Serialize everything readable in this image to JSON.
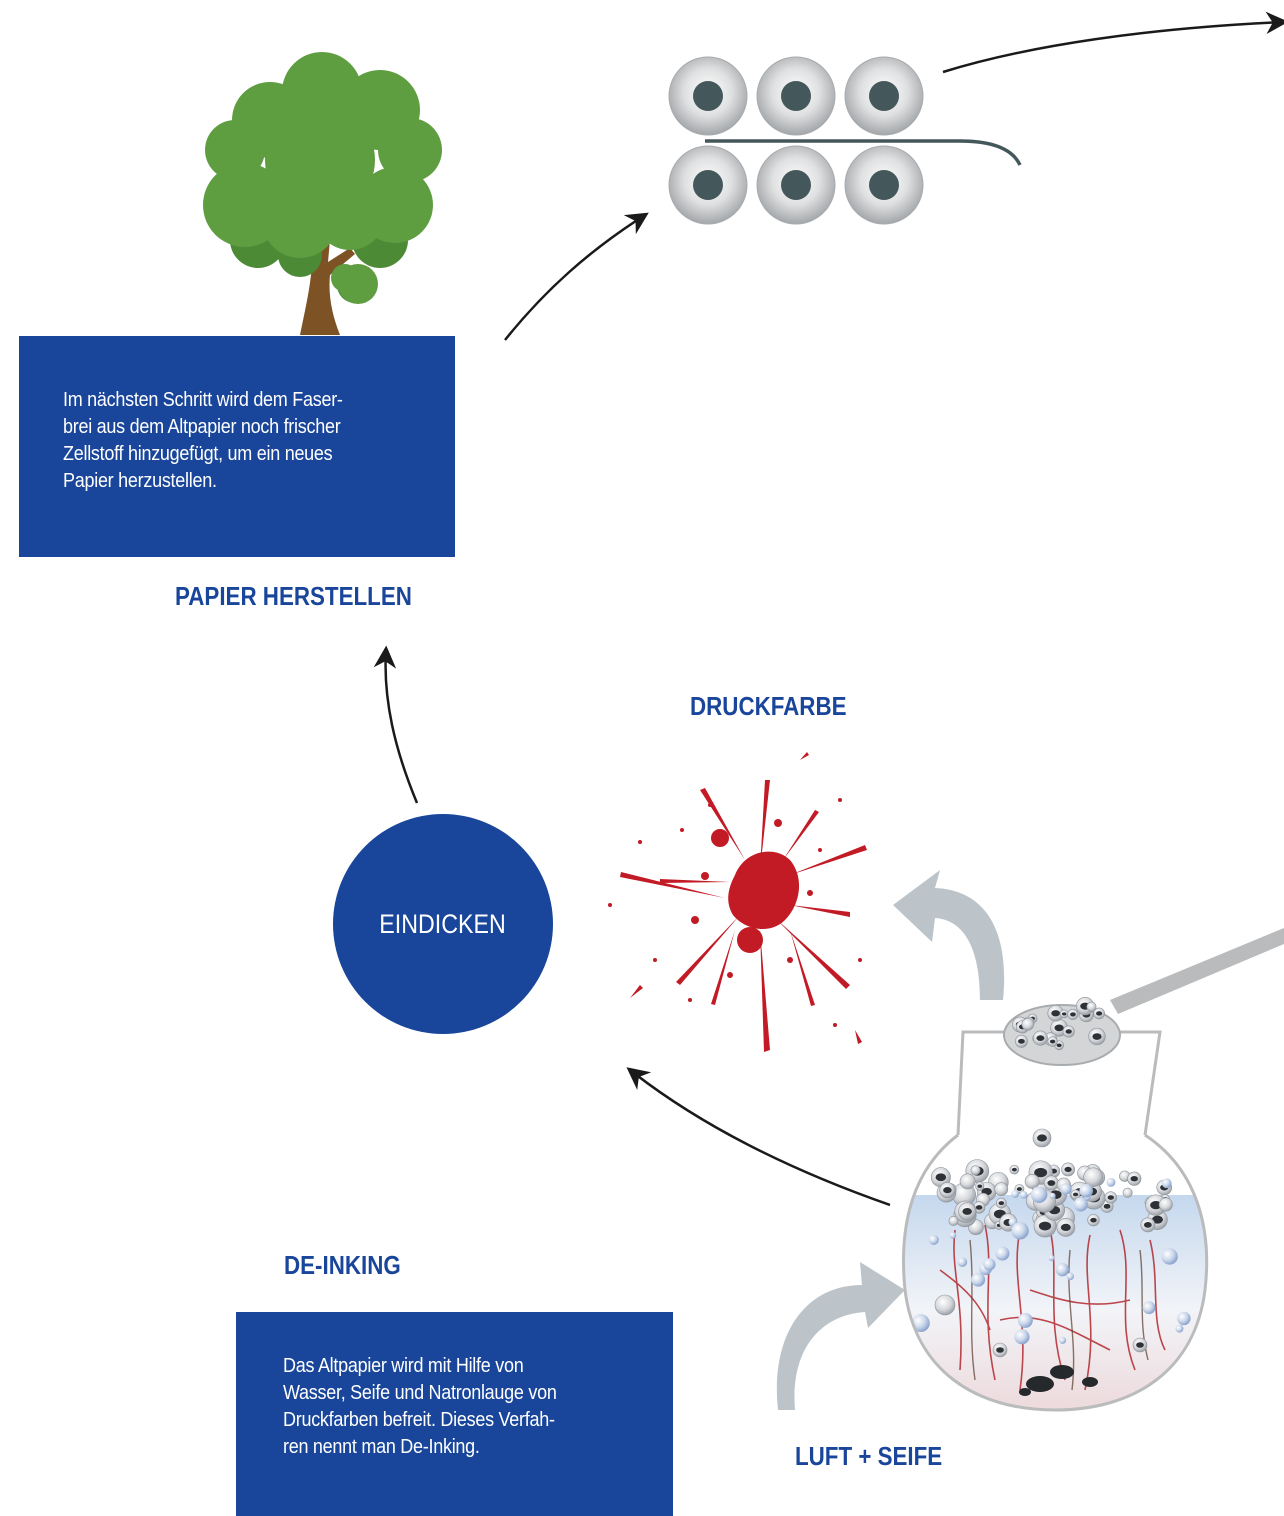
{
  "paper_step": {
    "text": "Im nächsten Schritt wird dem Faser-\nbrei aus dem Altpapier noch frischer\nZellstoff hinzugefügt, um ein neues\nPapier herzustellen.",
    "title": "PAPIER HERSTELLEN"
  },
  "druckfarbe_label": "DRUCKFARBE",
  "eindicken_label": "EINDICKEN",
  "deinking_step": {
    "title": "DE-INKING",
    "text": "Das Altpapier wird mit Hilfe von\nWasser, Seife und Natronlauge von\nDruckfarben befreit. Dieses Verfah-\nren nennt man De-Inking."
  },
  "luft_seife_label": "LUFT + SEIFE",
  "colors": {
    "brand_blue": "#19469b",
    "tree_green": "#5f9d41",
    "trunk_brown": "#7d5224",
    "ink_red": "#c21b25",
    "roller_gray": "#b9bbbd",
    "roller_core": "#44575a",
    "arrow_gray": "#bcc4c9"
  },
  "icons": [
    "tree-icon",
    "roller-press-icon",
    "ink-splash-icon",
    "flask-icon",
    "spoon-icon"
  ]
}
